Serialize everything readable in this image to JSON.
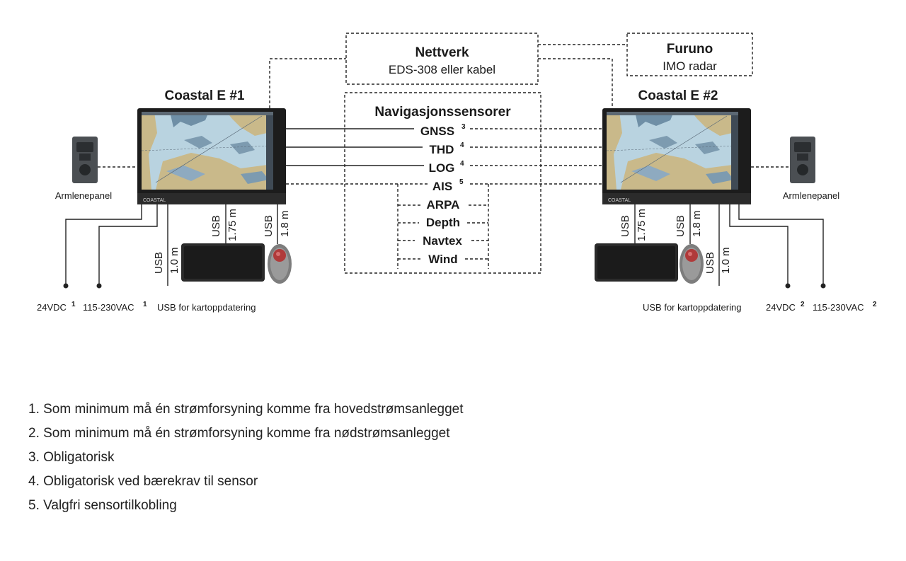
{
  "network": {
    "title": "Nettverk",
    "subtitle": "EDS-308 eller kabel"
  },
  "radar": {
    "title": "Furuno",
    "subtitle": "IMO radar"
  },
  "sensors": {
    "title": "Navigasjonssensorer",
    "items": [
      {
        "label": "GNSS",
        "sup": "3"
      },
      {
        "label": "THD",
        "sup": "4"
      },
      {
        "label": "LOG",
        "sup": "4"
      },
      {
        "label": "AIS",
        "sup": "5"
      },
      {
        "label": "ARPA",
        "sup": ""
      },
      {
        "label": "Depth",
        "sup": ""
      },
      {
        "label": "Navtex",
        "sup": ""
      },
      {
        "label": "Wind",
        "sup": ""
      }
    ]
  },
  "station1": {
    "title": "Coastal E #1",
    "bezel_brand": "COASTAL",
    "armrest": "Armlenepanel",
    "usb1": {
      "label": "USB",
      "length": "1.0 m"
    },
    "usb2": {
      "label": "USB",
      "length": "1.75 m"
    },
    "usb3": {
      "label": "USB",
      "length": "1.8 m"
    },
    "power_dc": {
      "label": "24VDC",
      "sup": "1"
    },
    "power_ac": {
      "label": "115-230VAC",
      "sup": "1"
    },
    "usb_update": "USB for kartoppdatering"
  },
  "station2": {
    "title": "Coastal E #2",
    "bezel_brand": "COASTAL",
    "armrest": "Armlenepanel",
    "usb1": {
      "label": "USB",
      "length": "1.75 m"
    },
    "usb2": {
      "label": "USB",
      "length": "1.8 m"
    },
    "usb3": {
      "label": "USB",
      "length": "1.0 m"
    },
    "power_dc": {
      "label": "24VDC",
      "sup": "2"
    },
    "power_ac": {
      "label": "115-230VAC",
      "sup": "2"
    },
    "usb_update": "USB for kartoppdatering"
  },
  "footnotes": [
    "1. Som minimum må én strømforsyning komme fra hovedstrømsanlegget",
    "2. Som minimum må én strømforsyning komme fra nødstrømsanlegget",
    "3. Obligatorisk",
    "4. Obligatorisk ved bærekrav til sensor",
    "5. Valgfri sensortilkobling"
  ],
  "colors": {
    "line": "#222222",
    "monitor": "#1c1c1c",
    "sea": "#b9d3e0",
    "land": "#c9b98a",
    "trackball": "#b03a3a"
  }
}
